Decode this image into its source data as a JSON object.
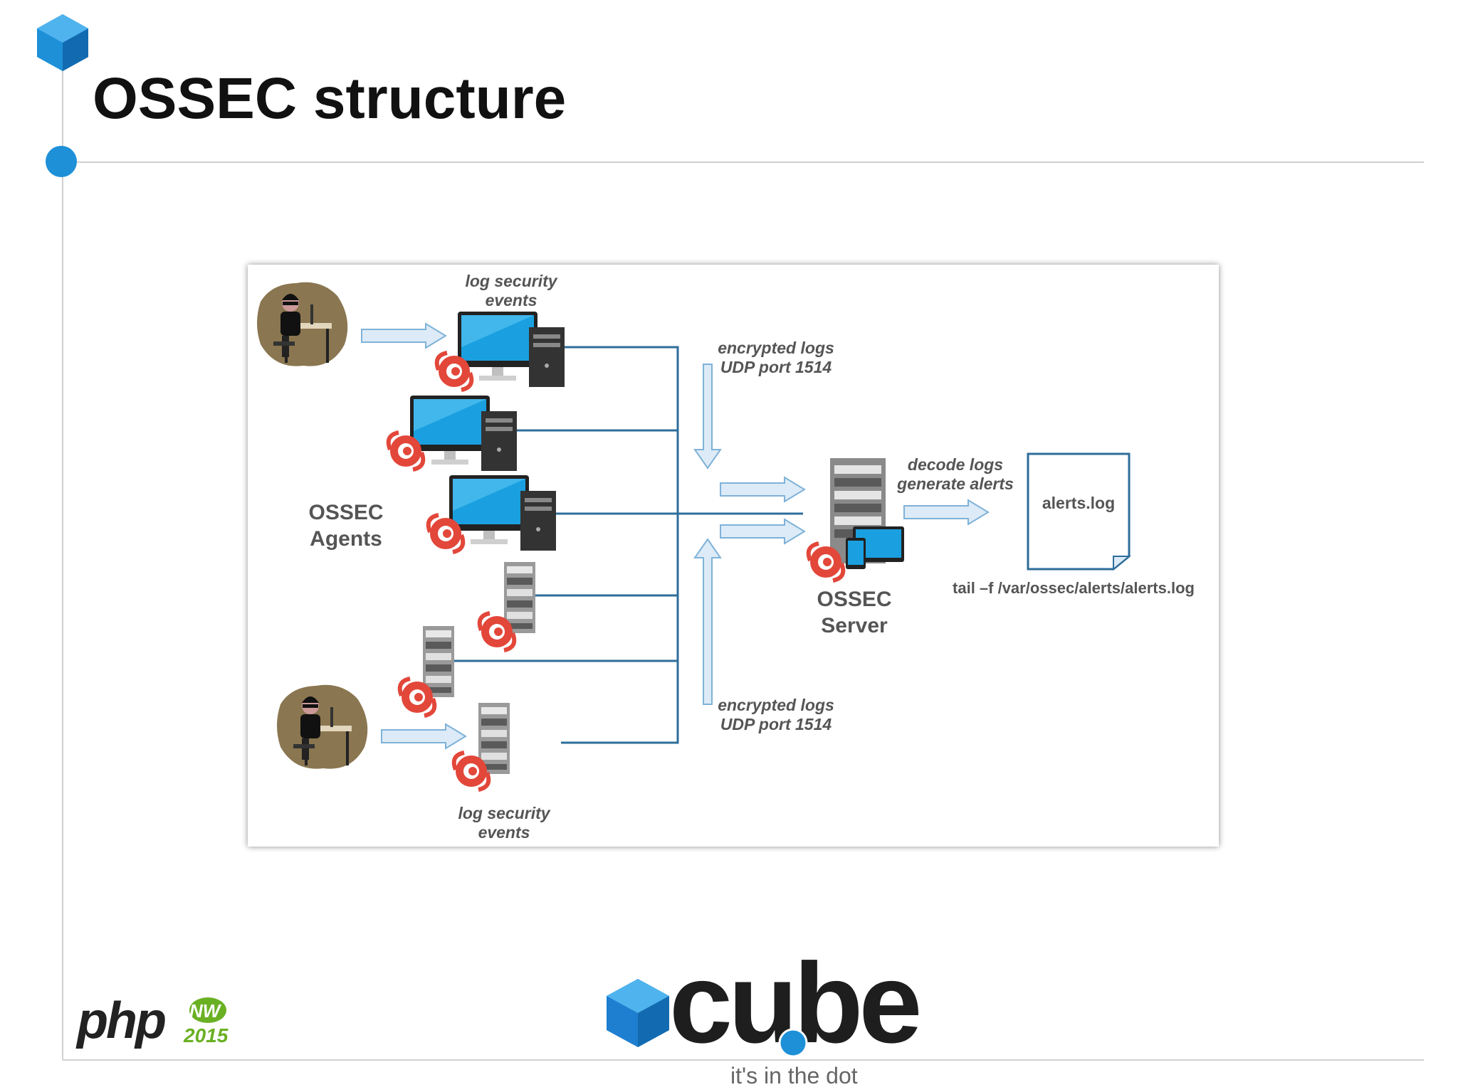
{
  "slide": {
    "title": "OSSEC structure",
    "accent_color": "#1e90d8"
  },
  "diagram": {
    "top_log_label": [
      "log security",
      "events"
    ],
    "bottom_log_label": [
      "log security",
      "events"
    ],
    "top_encrypted_label": [
      "encrypted logs",
      "UDP port 1514"
    ],
    "bottom_encrypted_label": [
      "encrypted logs",
      "UDP port 1514"
    ],
    "agents_label": [
      "OSSEC",
      "Agents"
    ],
    "server_label": [
      "OSSEC",
      "Server"
    ],
    "decode_label": [
      "decode logs",
      "generate alerts"
    ],
    "file_label": "alerts.log",
    "command_label": "tail –f /var/ossec/alerts/alerts.log",
    "line_color": "#1f5f8b",
    "arrow_color": "#b9d6ee"
  },
  "footer": {
    "php_logo": {
      "text": "php",
      "badge_top": "NW",
      "badge_bottom": "2015",
      "badge_color": "#6ab023"
    },
    "cube_logo": {
      "wordmark": "cube",
      "tagline": "it's in the dot",
      "dot_color": "#1e90d8",
      "cube_color": "#1e7fd0"
    }
  }
}
